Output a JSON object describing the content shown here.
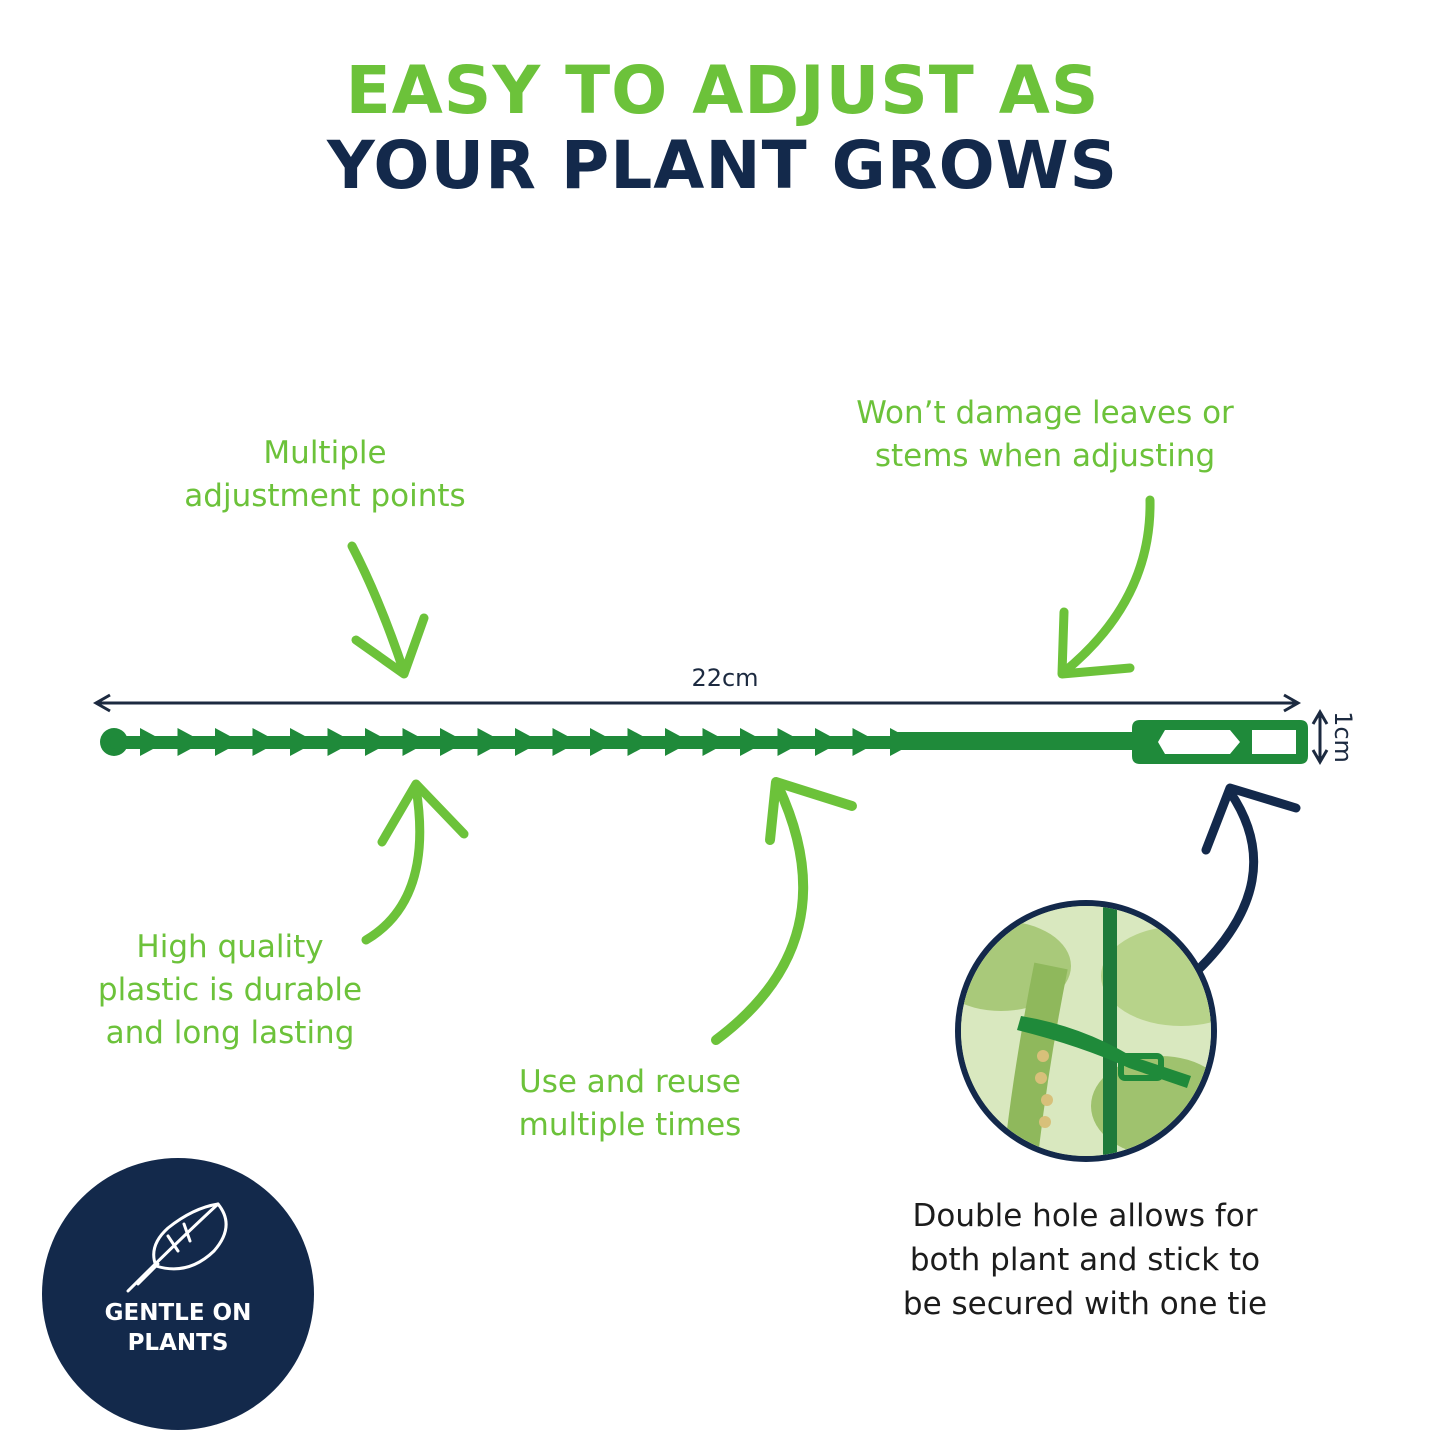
{
  "headline": {
    "line1": "EASY TO ADJUST AS",
    "line2": "YOUR PLANT GROWS",
    "line1_color": "#6cc23a",
    "line2_color": "#13294b"
  },
  "dimensions": {
    "length": "22cm",
    "width": "1cm"
  },
  "callouts": {
    "adjustment_points": [
      "Multiple",
      "adjustment points"
    ],
    "no_damage": [
      "Won’t damage leaves or",
      "stems when adjusting"
    ],
    "quality": [
      "High quality",
      "plastic is durable",
      "and long lasting"
    ],
    "reuse": [
      "Use and reuse",
      "multiple times"
    ],
    "double_hole": [
      "Double hole allows for",
      "both plant and stick to",
      "be secured with one tie"
    ]
  },
  "badge": {
    "icon": "feather-icon",
    "lines": [
      "GENTLE ON",
      "PLANTS"
    ],
    "color": "#13294b"
  },
  "colors": {
    "accent_green": "#6cc23a",
    "tie_green": "#1f8a3a",
    "navy": "#13294b"
  }
}
